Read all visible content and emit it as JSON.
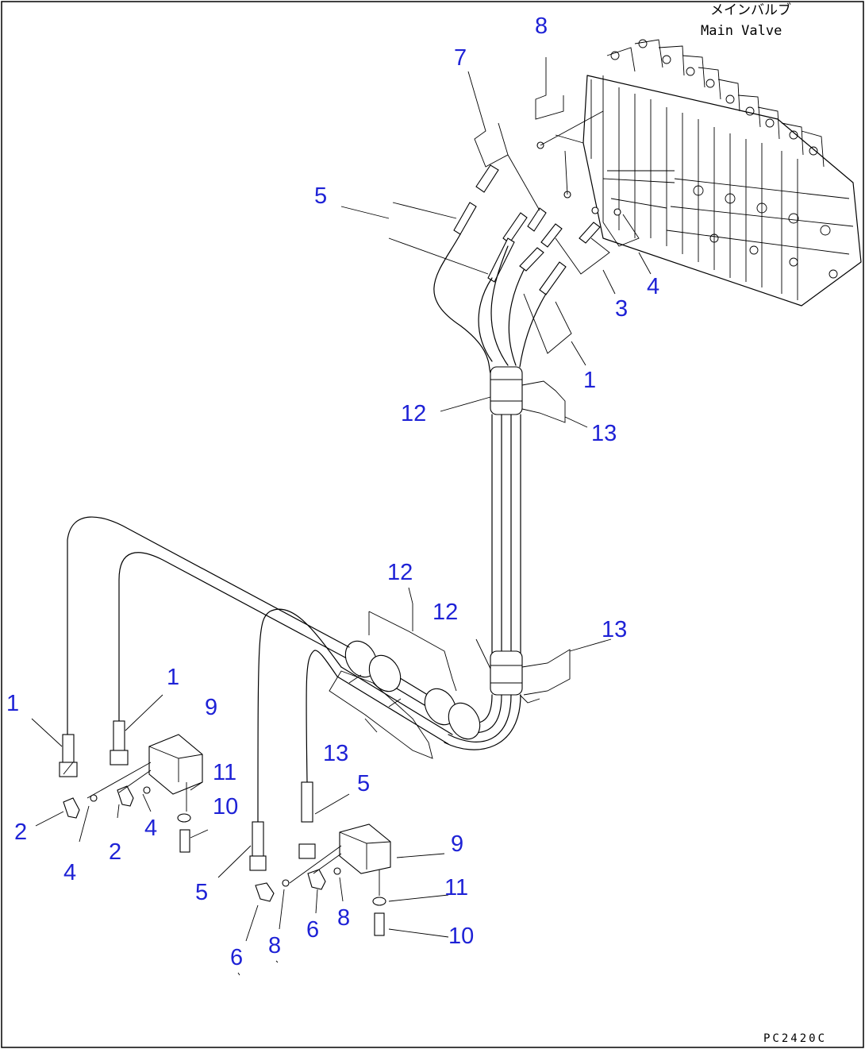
{
  "title": {
    "japanese": "メインバルブ",
    "english": "Main Valve"
  },
  "drawing_code": "PC2420C",
  "callouts": [
    "8",
    "7",
    "5",
    "3",
    "4",
    "1",
    "12",
    "13",
    "12",
    "12",
    "13",
    "1",
    "1",
    "9",
    "11",
    "10",
    "2",
    "2",
    "4",
    "4",
    "13",
    "5",
    "9",
    "5",
    "11",
    "10",
    "6",
    "8",
    "8",
    "6"
  ]
}
